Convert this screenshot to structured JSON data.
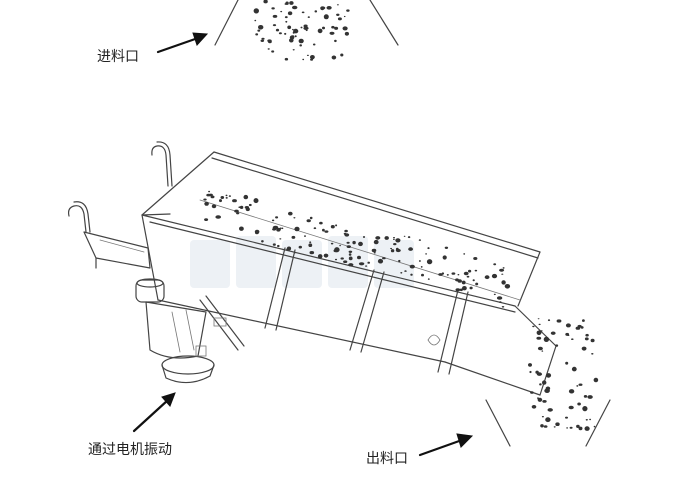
{
  "labels": {
    "feed_inlet": "进料口",
    "vibration": "通过电机振动",
    "discharge_outlet": "出料口"
  },
  "icons": {
    "feed_arrow": "arrow-right-icon",
    "vibration_arrow": "arrow-up-right-icon",
    "discharge_arrow": "arrow-right-icon"
  },
  "colors": {
    "ink": "#444444",
    "arrow": "#111111",
    "background": "#ffffff"
  }
}
